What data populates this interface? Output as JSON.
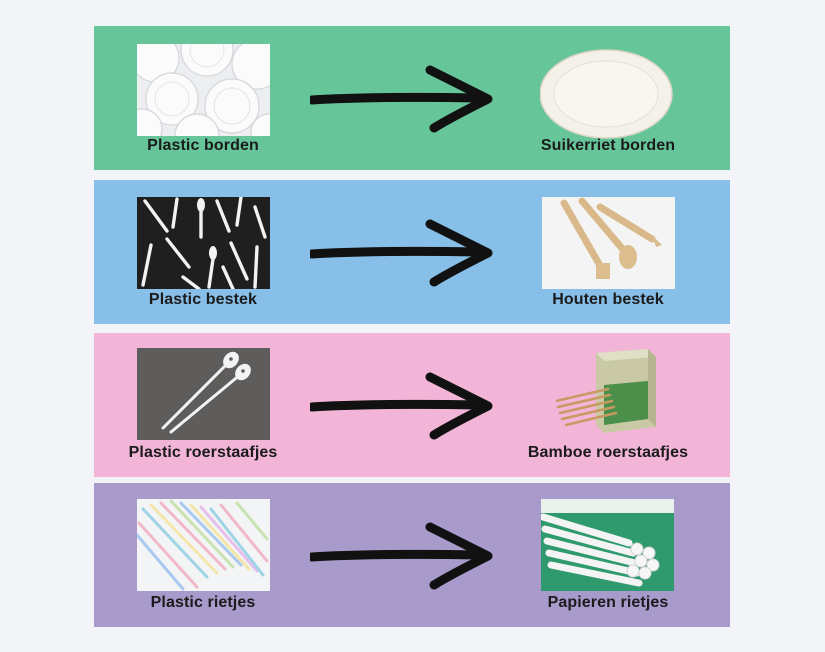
{
  "rows": [
    {
      "color": "#66c69a",
      "left_label": "Plastic borden",
      "right_label": "Suikerriet borden",
      "left_icon": "plastic-plates-photo",
      "right_icon": "sugarcane-plate-photo"
    },
    {
      "color": "#87bfe8",
      "left_label": "Plastic bestek",
      "right_label": "Houten bestek",
      "left_icon": "plastic-cutlery-photo",
      "right_icon": "wooden-cutlery-photo"
    },
    {
      "color": "#f2b5d8",
      "left_label": "Plastic roerstaafjes",
      "right_label": "Bamboe roerstaafjes",
      "left_icon": "plastic-stirrers-photo",
      "right_icon": "bamboo-stirrers-photo"
    },
    {
      "color": "#a89bcc",
      "left_label": "Plastic rietjes",
      "right_label": "Papieren rietjes",
      "left_icon": "plastic-straws-photo",
      "right_icon": "paper-straws-photo"
    }
  ],
  "arrow_icon": "right-arrow-icon"
}
